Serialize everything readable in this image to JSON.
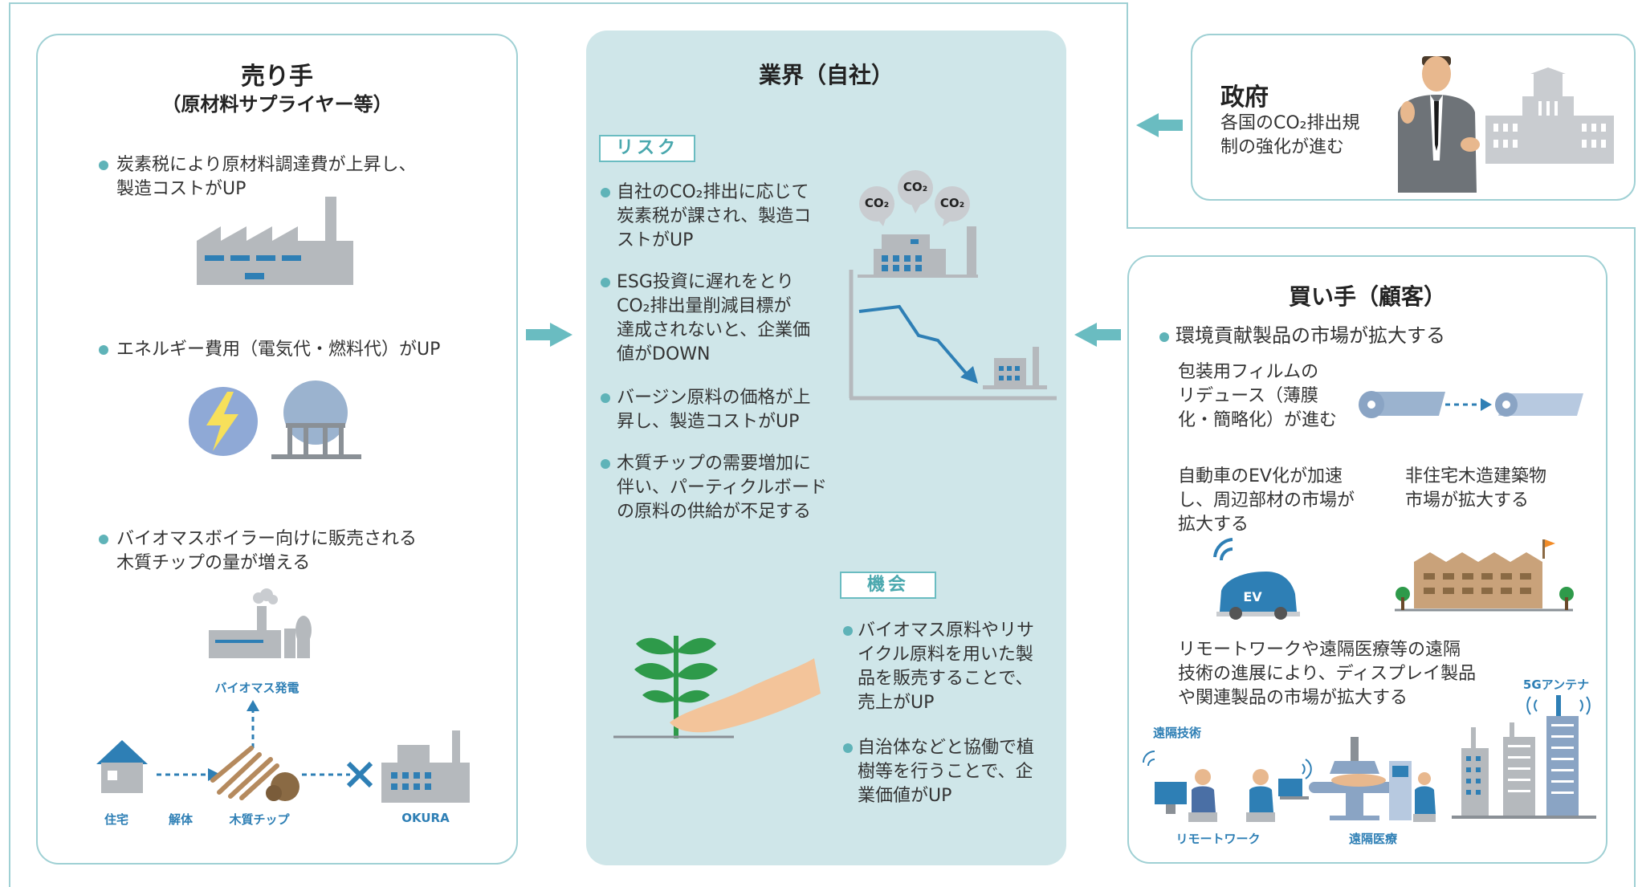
{
  "colors": {
    "accent": "#5fb3b8",
    "panel_border": "#9fd0d4",
    "center_bg": "#cfe6e9",
    "arrow": "#6abcc1",
    "icon_blue": "#2e7fb5",
    "icon_gray": "#b5b9bd"
  },
  "seller": {
    "title": "売り手",
    "subtitle": "（原材料サプライヤー等）",
    "items": [
      {
        "lines": [
          "炭素税により原材料調達費が上昇し、",
          "製造コストがUP"
        ]
      },
      {
        "lines": [
          "エネルギー費用（電気代・燃料代）がUP"
        ]
      },
      {
        "lines": [
          "バイオマスボイラー向けに販売される",
          "木質チップの量が増える"
        ]
      }
    ],
    "diagram": {
      "plant": "バイオマス発電",
      "house": "住宅",
      "dismantle": "解体",
      "chips": "木質チップ",
      "company": "OKURA"
    }
  },
  "industry": {
    "title": "業界（自社）",
    "risk_tag": "リスク",
    "risks": [
      {
        "lines": [
          "自社のCO₂排出に応じて",
          "炭素税が課され、製造コ",
          "ストがUP"
        ]
      },
      {
        "lines": [
          "ESG投資に遅れをとり",
          "CO₂排出量削減目標が",
          "達成されないと、企業価",
          "値がDOWN"
        ]
      },
      {
        "lines": [
          "バージン原料の価格が上",
          "昇し、製造コストがUP"
        ]
      },
      {
        "lines": [
          "木質チップの需要増加に",
          "伴い、パーティクルボード",
          "の原料の供給が不足する"
        ]
      }
    ],
    "co2": [
      "CO₂",
      "CO₂",
      "CO₂"
    ],
    "opp_tag": "機会",
    "opportunities": [
      {
        "lines": [
          "バイオマス原料やリサ",
          "イクル原料を用いた製",
          "品を販売することで、",
          "売上がUP"
        ]
      },
      {
        "lines": [
          "自治体などと協働で植",
          "樹等を行うことで、企",
          "業価値がUP"
        ]
      }
    ]
  },
  "government": {
    "title": "政府",
    "lines": [
      "各国のCO₂排出規",
      "制の強化が進む"
    ]
  },
  "buyer": {
    "title": "買い手（顧客）",
    "headline": "環境貢献製品の市場が拡大する",
    "film": [
      "包装用フィルムの",
      "リデュース（薄膜",
      "化・簡略化）が進む"
    ],
    "ev": [
      "自動車のEV化が加速",
      "し、周辺部材の市場が",
      "拡大する"
    ],
    "ev_label": "EV",
    "wood": [
      "非住宅木造建築物",
      "市場が拡大する"
    ],
    "remote": [
      "リモートワークや遠隔医療等の遠隔",
      "技術の進展により、ディスプレイ製品",
      "や関連製品の市場が拡大する"
    ],
    "labels": {
      "antenna": "5Gアンテナ",
      "remote_tech": "遠隔技術",
      "remote_work": "リモートワーク",
      "telemedicine": "遠隔医療"
    }
  }
}
